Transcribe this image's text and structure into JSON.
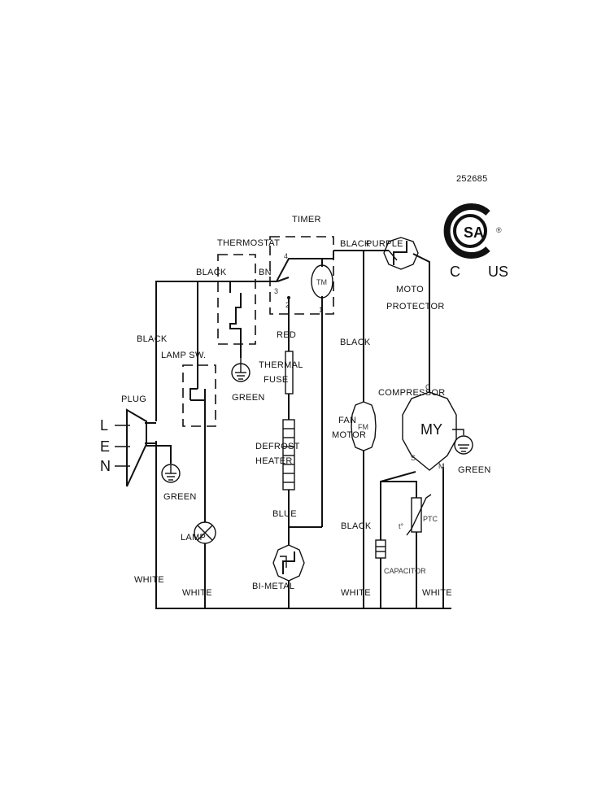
{
  "labels": {
    "certification_number": "252685",
    "timer": "TIMER",
    "thermostat": "THERMOSTAT",
    "black_top_left": "BLACK",
    "bn": "BN",
    "black_top_right": "BLACK",
    "purple": "PURPLE",
    "moto_protector_1": "MOTO",
    "moto_protector_2": "PROTECTOR",
    "black_left": "BLACK",
    "lamp_sw": "LAMP SW.",
    "red": "RED",
    "thermal_fuse_1": "THERMAL",
    "thermal_fuse_2": "FUSE",
    "green_thermostat": "GREEN",
    "black_fan_upper": "BLACK",
    "compressor": "COMPRESSOR",
    "plug": "PLUG",
    "fan_motor_1": "FAN",
    "fan_motor_2": "MOTOR",
    "defrost_heater_1": "DEFROST",
    "defrost_heater_2": "HEATER",
    "green_plug": "GREEN",
    "green_compressor": "GREEN",
    "blue": "BLUE",
    "black_fan_lower": "BLACK",
    "ptc": "PTC",
    "lamp": "LAMP",
    "capacitor": "CAPACITOR",
    "white_left": "WHITE",
    "white_lamp": "WHITE",
    "bi_metal": "BI-METAL",
    "white_fan": "WHITE",
    "white_compressor": "WHITE",
    "plug_l": "L",
    "plug_e": "E",
    "plug_n": "N",
    "tm": "TM",
    "fm": "FM",
    "motor": "MY",
    "term_c": "C",
    "term_s": "S",
    "term_m": "M",
    "timer_1": "1",
    "timer_2": "2",
    "timer_3": "3",
    "timer_4": "4",
    "ptc_t": "t°",
    "csa_c": "C",
    "csa_us": "US",
    "csa_r": "®",
    "csa_mark": "SA"
  }
}
